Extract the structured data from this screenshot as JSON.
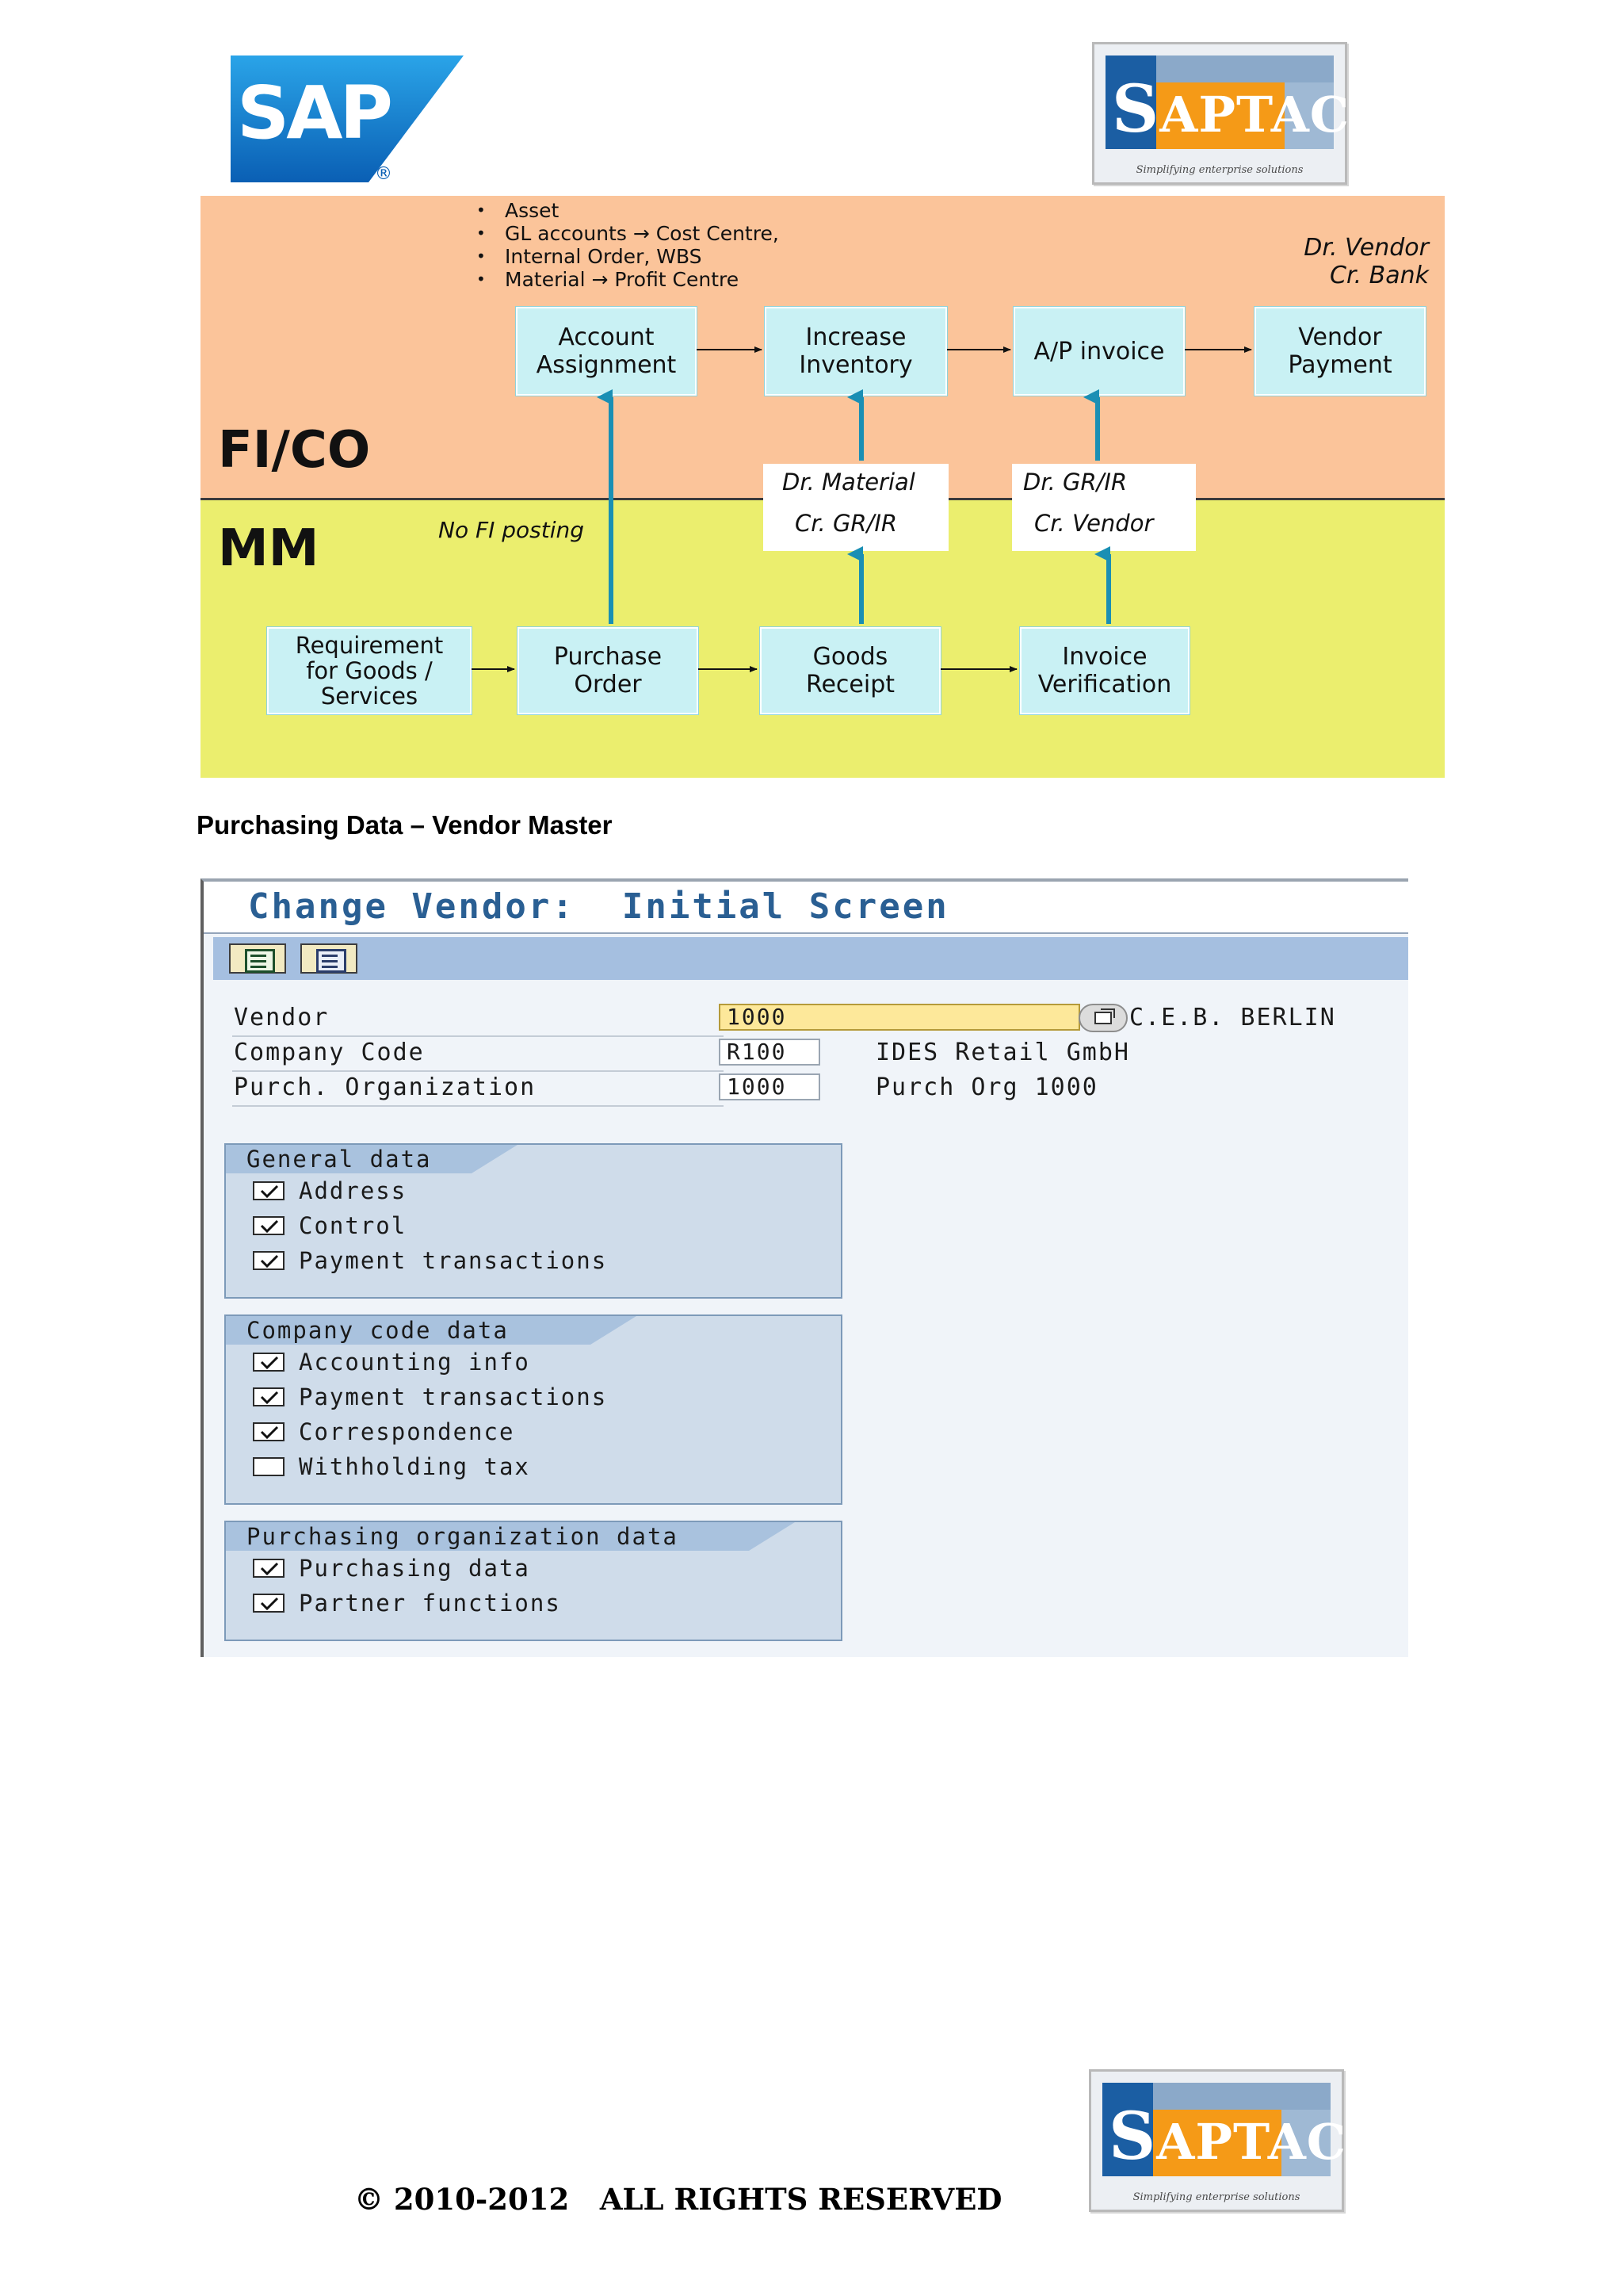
{
  "logos": {
    "sap": "SAP",
    "sap_registered": "®",
    "saptac": {
      "initial": "S",
      "rest": "APTAC",
      "tagline": "Simplifying enterprise solutions"
    }
  },
  "diagram": {
    "fico_label": "FI/CO",
    "mm_label": "MM",
    "bullets": [
      "Asset",
      "GL accounts → Cost Centre,",
      "Internal Order, WBS",
      "Material → Profit Centre"
    ],
    "vendor_bank_note": "Dr. Vendor\nCr. Bank",
    "no_fi_posting": "No FI posting",
    "fico_nodes": {
      "account_assignment": "Account\nAssignment",
      "increase_inventory": "Increase\nInventory",
      "ap_invoice": "A/P invoice",
      "vendor_payment": "Vendor\nPayment"
    },
    "mm_nodes": {
      "requirement": "Requirement\nfor Goods /\nServices",
      "purchase_order": "Purchase\nOrder",
      "goods_receipt": "Goods\nReceipt",
      "invoice_verification": "Invoice\nVerification"
    },
    "entries": {
      "gr": {
        "dr": "Dr. Material",
        "cr": "Cr. GR/IR"
      },
      "iv": {
        "dr": "Dr. GR/IR",
        "cr": "Cr. Vendor"
      }
    }
  },
  "section_heading": "Purchasing Data – Vendor Master",
  "sap_screen": {
    "title": "Change Vendor:  Initial Screen",
    "toolbar": {
      "button1_icon": "select-all-icon",
      "button2_icon": "deselect-all-icon"
    },
    "fields": {
      "vendor": {
        "label": "Vendor",
        "value": "1000",
        "description": "C.E.B. BERLIN"
      },
      "company_code": {
        "label": "Company Code",
        "value": "R100",
        "description": "IDES Retail GmbH"
      },
      "purch_org": {
        "label": "Purch. Organization",
        "value": "1000",
        "description": "Purch Org 1000"
      }
    },
    "groups": {
      "general": {
        "title": "General data",
        "items": [
          {
            "label": "Address",
            "checked": true
          },
          {
            "label": "Control",
            "checked": true
          },
          {
            "label": "Payment transactions",
            "checked": true
          }
        ]
      },
      "company_code": {
        "title": "Company code data",
        "items": [
          {
            "label": "Accounting info",
            "checked": true
          },
          {
            "label": "Payment transactions",
            "checked": true
          },
          {
            "label": "Correspondence",
            "checked": true
          },
          {
            "label": "Withholding tax",
            "checked": false
          }
        ]
      },
      "purch_org": {
        "title": "Purchasing organization data",
        "items": [
          {
            "label": "Purchasing data",
            "checked": true
          },
          {
            "label": "Partner functions",
            "checked": true
          }
        ]
      }
    }
  },
  "footer": {
    "copyright": "© 2010-2012   ALL RIGHTS RESERVED"
  },
  "colors": {
    "fico_band": "#fbc49a",
    "mm_band": "#ebee6e",
    "node_fill": "#c9f1f4",
    "arrow": "#1a8fb4",
    "sap_title": "#2a5f93",
    "sap_toolbar": "#a5bfe0",
    "saptac_blue": "#1b5ea3",
    "saptac_orange": "#f59a17"
  }
}
